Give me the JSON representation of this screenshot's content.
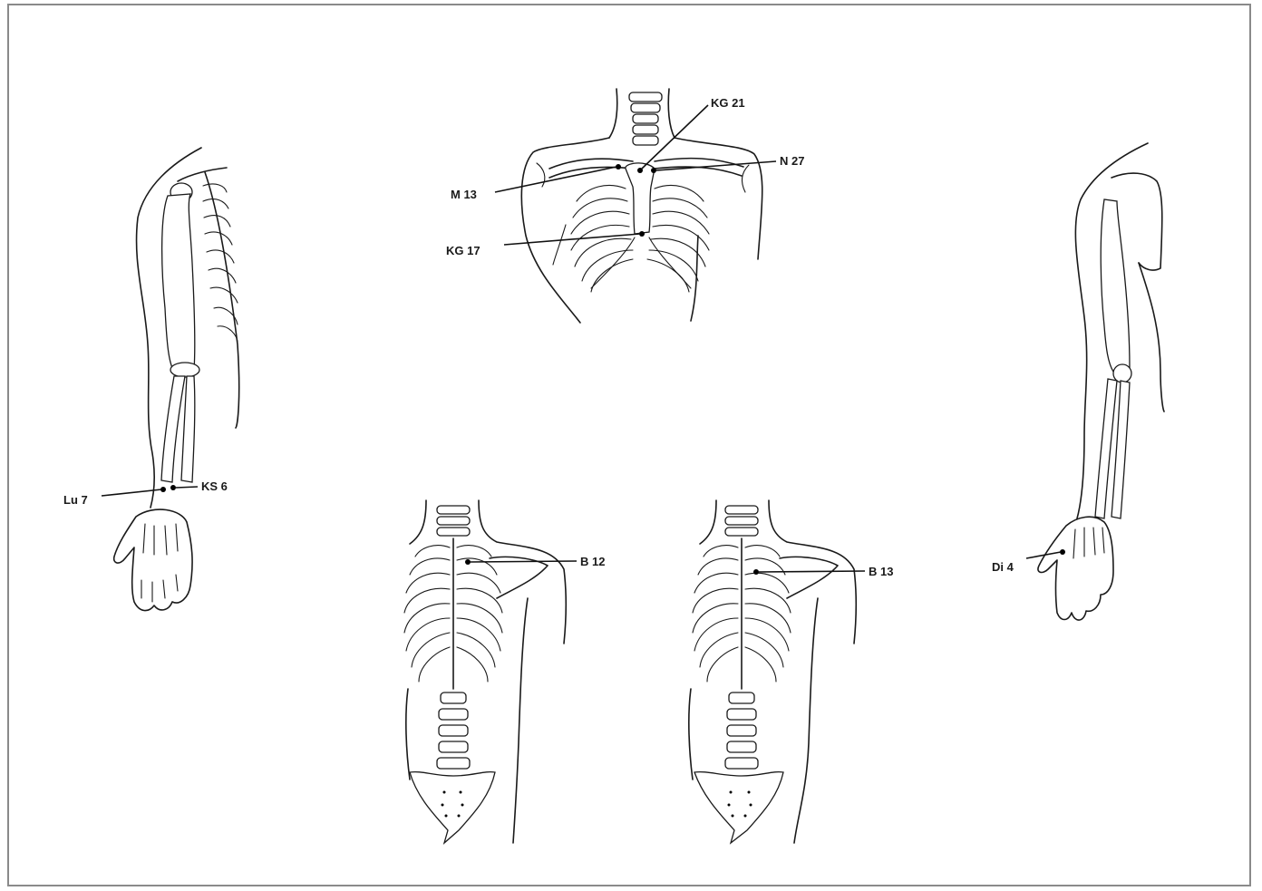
{
  "labels": {
    "kg21": "KG 21",
    "n27": "N 27",
    "m13": "M 13",
    "kg17": "KG 17",
    "lu7": "Lu 7",
    "ks6": "KS 6",
    "b12": "B 12",
    "b13": "B 13",
    "di4": "Di 4"
  },
  "colors": {
    "ink": "#1a1a1a",
    "border": "#8a8a8a",
    "background": "#ffffff"
  }
}
